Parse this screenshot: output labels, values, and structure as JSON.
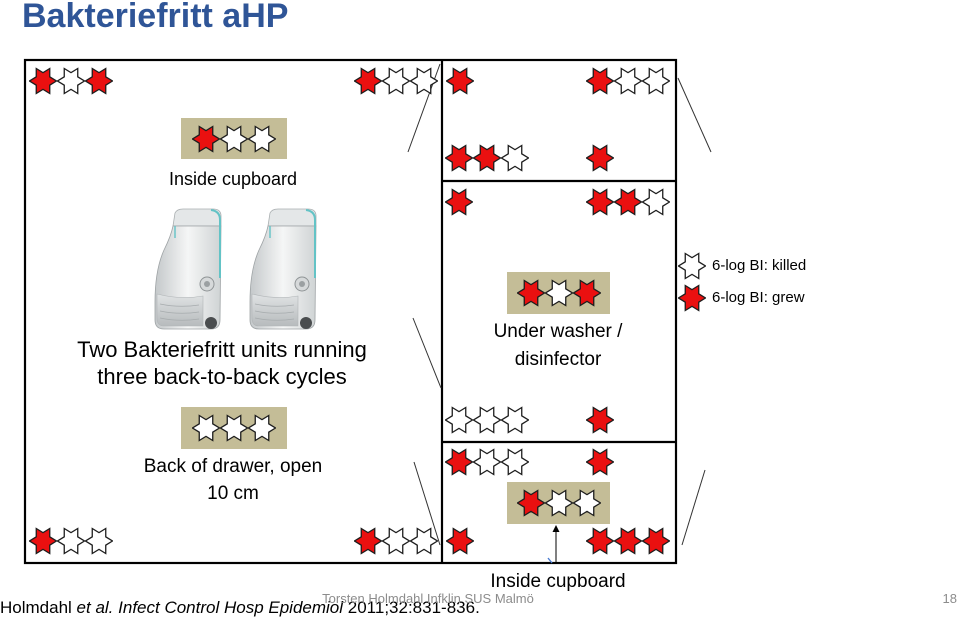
{
  "title": "Bakteriefritt aHP",
  "units_caption": {
    "line1": "Two Bakteriefritt units running",
    "line2": "three back-to-back cycles"
  },
  "labels": {
    "inside_cupboard_left": "Inside cupboard",
    "under_washer_line1": "Under washer /",
    "under_washer_line2": "disinfector",
    "back_of_drawer_line1": "Back of drawer, open",
    "back_of_drawer_line2": "10 cm",
    "inside_cupboard_bottom": "Inside cupboard"
  },
  "legend": [
    {
      "icon": "white-star-icon",
      "label": "6-log BI: killed"
    },
    {
      "icon": "red-star-icon",
      "label": "6-log BI: grew"
    }
  ],
  "star_groups": {
    "room_top_left": [
      "red-star-icon",
      "white-star-icon",
      "red-star-icon"
    ],
    "room_top_center": [
      "red-star-icon",
      "white-star-icon",
      "white-star-icon"
    ],
    "cabinet_top_left": [
      "red-star-icon"
    ],
    "cabinet_top_right": [
      "red-star-icon",
      "white-star-icon",
      "white-star-icon"
    ],
    "upper_shelf_row1_left": [
      "red-star-icon",
      "red-star-icon",
      "white-star-icon"
    ],
    "upper_shelf_row1_right": [
      "red-star-icon"
    ],
    "upper_shelf_row2_left": [
      "red-star-icon"
    ],
    "upper_shelf_row2_right": [
      "red-star-icon",
      "red-star-icon",
      "white-star-icon"
    ],
    "inside_cupboard_left": [
      "red-star-icon",
      "white-star-icon",
      "white-star-icon"
    ],
    "under_washer": [
      "red-star-icon",
      "white-star-icon",
      "red-star-icon"
    ],
    "back_of_drawer": [
      "white-star-icon",
      "white-star-icon",
      "white-star-icon"
    ],
    "lower_shelf_row1_left": [
      "white-star-icon",
      "white-star-icon",
      "white-star-icon"
    ],
    "lower_shelf_row1_right": [
      "red-star-icon"
    ],
    "lower_shelf_row2_left": [
      "red-star-icon",
      "white-star-icon",
      "white-star-icon"
    ],
    "lower_shelf_row2_right": [
      "red-star-icon"
    ],
    "inside_cupboard_bottom": [
      "red-star-icon",
      "white-star-icon",
      "white-star-icon"
    ],
    "room_bottom_left": [
      "red-star-icon",
      "white-star-icon",
      "white-star-icon"
    ],
    "room_bottom_center": [
      "red-star-icon",
      "white-star-icon",
      "white-star-icon"
    ],
    "cabinet_bottom_left": [
      "red-star-icon"
    ],
    "cabinet_bottom_right": [
      "red-star-icon",
      "red-star-icon",
      "red-star-icon"
    ]
  },
  "footer": {
    "presenter": "Torsten Holmdahl Infklin SUS Malmö",
    "citation_authors": "Holmdahl",
    "citation_etal": "et al.",
    "citation_journal": "Infect Control Hosp Epidemiol",
    "citation_ref": "2011;32:831-836.",
    "page_number": "18"
  },
  "colors": {
    "title": "#2f5597",
    "label_box": "#c4bd97",
    "star_outline": "#1e1e1e",
    "red-star-icon": "#ea1010",
    "white-star-icon": "#ffffff",
    "footer_text": "#8c8c8c"
  }
}
